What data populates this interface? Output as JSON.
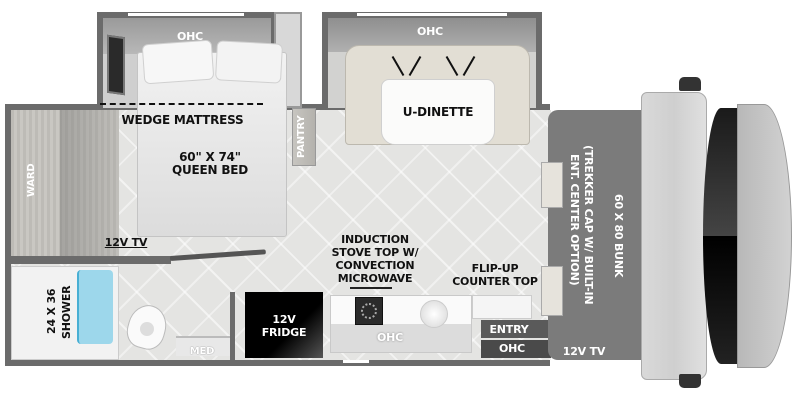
{
  "floorplan": {
    "colors": {
      "wall": "#6b6b6b",
      "floor": "#e4e4e2",
      "shower_blue": "#8fd3ea",
      "fridge": "#0d0d0d",
      "cab_gray": "#cfcfcf",
      "bunk_gray": "#7b7b7b"
    },
    "bedroom": {
      "slide_ohc": "OHC",
      "wedge_mattress": "WEDGE MATTRESS",
      "bed_size": "60\" X 74\"",
      "bed_type": "QUEEN BED",
      "pantry": "PANTRY",
      "wardrobe": "WARD",
      "tv": "12V TV"
    },
    "dinette": {
      "slide_ohc": "OHC",
      "label": "U-DINETTE"
    },
    "bathroom": {
      "shower_size": "24 X 36",
      "shower": "SHOWER",
      "med": "MED"
    },
    "kitchen": {
      "fridge_line1": "12V",
      "fridge_line2": "FRIDGE",
      "stove_line1": "INDUCTION",
      "stove_line2": "STOVE TOP W/",
      "stove_line3": "CONVECTION",
      "stove_line4": "MICROWAVE",
      "counter_ohc": "OHC",
      "flip_line1": "FLIP-UP",
      "flip_line2": "COUNTER TOP",
      "entry": "ENTRY",
      "entry_ohc": "OHC"
    },
    "cab": {
      "bunk_line1": "60 X 80 BUNK",
      "bunk_line2": "(TREKKER CAP W/ BUILT-IN",
      "bunk_line3": "ENT. CENTER OPTION)",
      "tv": "12V TV"
    }
  }
}
